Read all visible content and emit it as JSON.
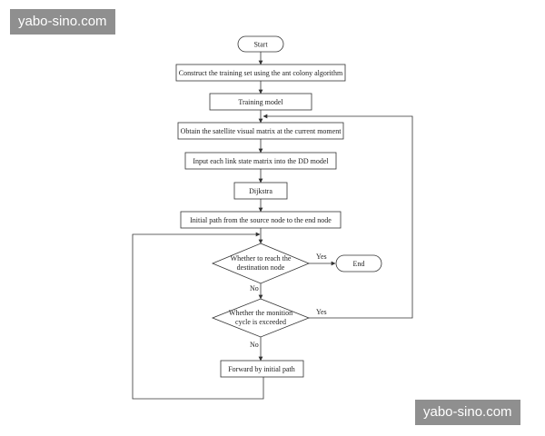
{
  "watermark": {
    "top": "yabo-sino.com",
    "bottom": "yabo-sino.com"
  },
  "flowchart": {
    "start": "Start",
    "step1": "Construct the training set using the ant colony algorithm",
    "step2": "Training model",
    "step3": "Obtain the satellite visual matrix at the current moment",
    "step4": "Input each link state matrix into the DD model",
    "step5": "Dijkstra",
    "step6": "Initial path from the source node to the end node",
    "decision1": {
      "line1": "Whether to reach the",
      "line2": "destination node"
    },
    "decision2": {
      "line1": "Whether the monition",
      "line2": "cycle is exceeded"
    },
    "yes1": "Yes",
    "yes2": "Yes",
    "no1": "No",
    "no2": "No",
    "end": "End",
    "step7": "Forward by initial path"
  }
}
